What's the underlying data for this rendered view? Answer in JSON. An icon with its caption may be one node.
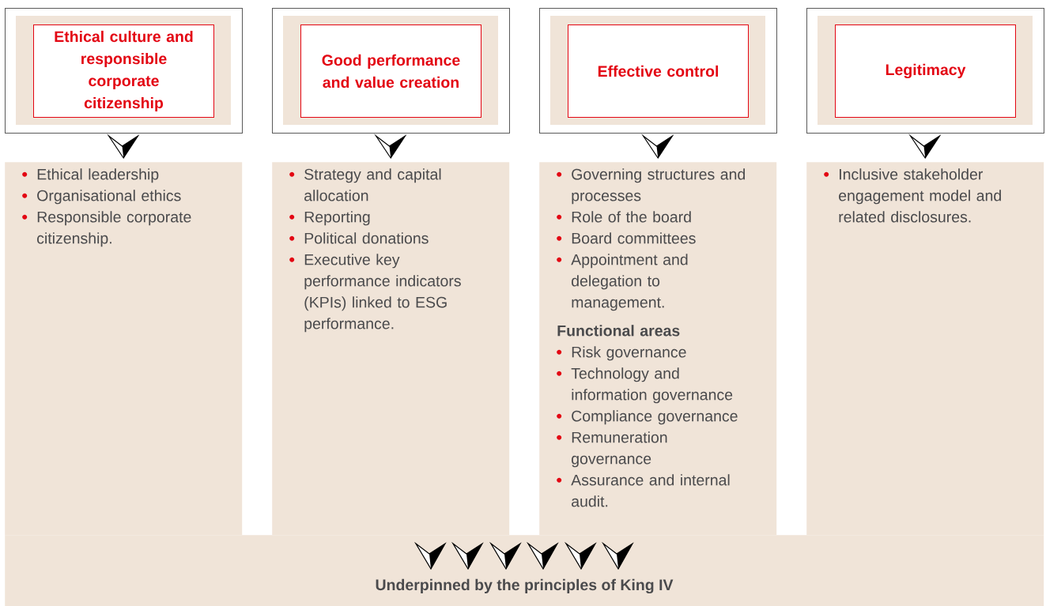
{
  "diagram": {
    "nodes": [
      {
        "text": [],
        "shape": "box"
      },
      {
        "text": [
          "Ethical culture and responsible corporate citizenship"
        ],
        "in": 0
      },
      {
        "text": [],
        "shape": "box"
      },
      {
        "text": [
          "Good performance and value creation"
        ],
        "in": 2
      },
      {
        "text": [],
        "shape": "box"
      },
      {
        "text": [
          "Effective control"
        ],
        "in": 4
      },
      {
        "text": [],
        "shape": "box"
      },
      {
        "text": [
          "Legitimacy"
        ],
        "in": 6
      },
      {
        "text": [
          "Ethical leadership",
          "Organisational ethics",
          "Responsible corporate citizenship."
        ]
      },
      {
        "text": [
          "Strategy and capital allocation",
          "Reporting",
          "Political donations",
          "Executive key performance indicators (KPIs) linked to ESG performance."
        ]
      },
      {
        "text": [
          "Governing structures and processes",
          "Role of the board",
          "Board committees",
          "Appointment and delegation to management.",
          "Functional areas",
          "Risk governance",
          "Technology and information governance",
          "Compliance governance",
          "Remuneration governance",
          "Assurance and internal audit."
        ]
      },
      {
        "text": [
          "Inclusive stakeholder engagement model and related disclosures."
        ]
      },
      {
        "text": [
          "Underpinned by the principles of King IV"
        ]
      }
    ],
    "edges": [
      {
        "from": 0,
        "to": 8,
        "arrow": "to"
      },
      {
        "from": 2,
        "to": 9,
        "arrow": "to"
      },
      {
        "from": 4,
        "to": 10,
        "arrow": "to"
      },
      {
        "from": 6,
        "to": 11,
        "arrow": "to"
      }
    ]
  }
}
